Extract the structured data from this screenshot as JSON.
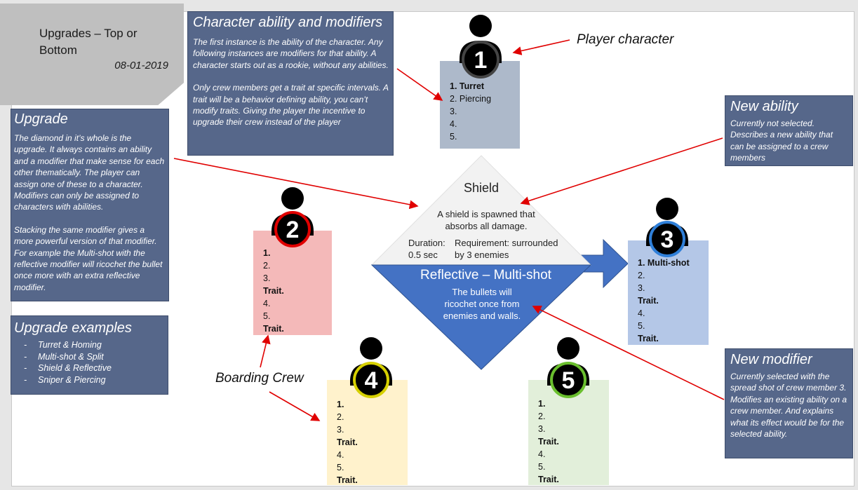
{
  "header": {
    "title": "Upgrades – Top or Bottom",
    "date": "08-01-2019"
  },
  "notes": {
    "character": {
      "title": "Character ability and modifiers",
      "paragraphs": [
        "The first instance is the ability of the character. Any following instances are modifiers for that ability. A character starts out as a rookie, without any abilities.",
        "Only crew members get a trait at specific intervals. A trait will be a behavior defining ability, you can’t modify traits. Giving the player the incentive to upgrade their crew instead of the player"
      ]
    },
    "upgrade": {
      "title": "Upgrade",
      "paragraphs": [
        "The diamond in it’s whole is the upgrade. It always contains an ability and a modifier that make sense for each other thematically. The player can assign one of these to a character. Modifiers can only be assigned to characters with abilities.",
        "Stacking the same modifier gives a more powerful version of that modifier. For example the Multi-shot with the reflective modifier will ricochet the bullet once more with an extra reflective modifier."
      ]
    },
    "examples": {
      "title": "Upgrade examples",
      "items": [
        "Turret & Homing",
        "Multi-shot & Split",
        "Shield & Reflective",
        "Sniper & Piercing"
      ]
    },
    "new_ability": {
      "title": "New ability",
      "paragraphs": [
        "Currently not selected. Describes a new ability that can be assigned to a crew members"
      ]
    },
    "new_modifier": {
      "title": "New modifier",
      "paragraphs": [
        "Currently selected with the spread shot of crew member 3. Modifies an existing ability on a crew member. And explains what its effect would be for the selected ability."
      ]
    }
  },
  "annotations": {
    "player_character": "Player character",
    "boarding_crew": "Boarding Crew"
  },
  "diamond": {
    "top": {
      "title": "Shield",
      "description": "A shield is spawned that absorbs all damage.",
      "duration_label": "Duration:",
      "duration_value": "0.5 sec",
      "requirement_label": "Requirement: surrounded",
      "requirement_value": "by 3 enemies"
    },
    "bottom": {
      "title": "Reflective – Multi-shot",
      "description": "The bullets will ricochet once from enemies and walls."
    }
  },
  "characters": [
    {
      "number": "1",
      "ring_color": "#444444",
      "card_color": "#adb9ca",
      "lines": [
        {
          "t": "1. Turret",
          "b": true
        },
        {
          "t": "2. Piercing",
          "b": false
        },
        {
          "t": "3.",
          "b": false
        },
        {
          "t": "4.",
          "b": false
        },
        {
          "t": "5.",
          "b": false
        }
      ]
    },
    {
      "number": "2",
      "ring_color": "#e00000",
      "card_color": "#f4b9b9",
      "lines": [
        {
          "t": "1.",
          "b": true
        },
        {
          "t": "2.",
          "b": false
        },
        {
          "t": "3.",
          "b": false
        },
        {
          "t": "Trait.",
          "b": true
        },
        {
          "t": "4.",
          "b": false
        },
        {
          "t": "5.",
          "b": false
        },
        {
          "t": "Trait.",
          "b": true
        }
      ]
    },
    {
      "number": "3",
      "ring_color": "#2f7fd8",
      "card_color": "#b4c7e7",
      "lines": [
        {
          "t": "1. Multi-shot",
          "b": true
        },
        {
          "t": "2.",
          "b": false
        },
        {
          "t": "3.",
          "b": false
        },
        {
          "t": "Trait.",
          "b": true
        },
        {
          "t": "4.",
          "b": false
        },
        {
          "t": "5.",
          "b": false
        },
        {
          "t": "Trait.",
          "b": true
        }
      ]
    },
    {
      "number": "4",
      "ring_color": "#d6d000",
      "card_color": "#fff2cc",
      "lines": [
        {
          "t": "1.",
          "b": true
        },
        {
          "t": "2.",
          "b": false
        },
        {
          "t": "3.",
          "b": false
        },
        {
          "t": "Trait.",
          "b": true
        },
        {
          "t": "4.",
          "b": false
        },
        {
          "t": "5.",
          "b": false
        },
        {
          "t": "Trait.",
          "b": true
        }
      ]
    },
    {
      "number": "5",
      "ring_color": "#6abf2e",
      "card_color": "#e2efda",
      "lines": [
        {
          "t": "1.",
          "b": true
        },
        {
          "t": "2.",
          "b": false
        },
        {
          "t": "3.",
          "b": false
        },
        {
          "t": "Trait.",
          "b": true
        },
        {
          "t": "4.",
          "b": false
        },
        {
          "t": "5.",
          "b": false
        },
        {
          "t": "Trait.",
          "b": true
        }
      ]
    }
  ],
  "colors": {
    "note_bg": "#56678a",
    "arrow_red": "#e00000",
    "diamond_blue": "#4472c4",
    "diamond_grey": "#f2f2f2"
  }
}
